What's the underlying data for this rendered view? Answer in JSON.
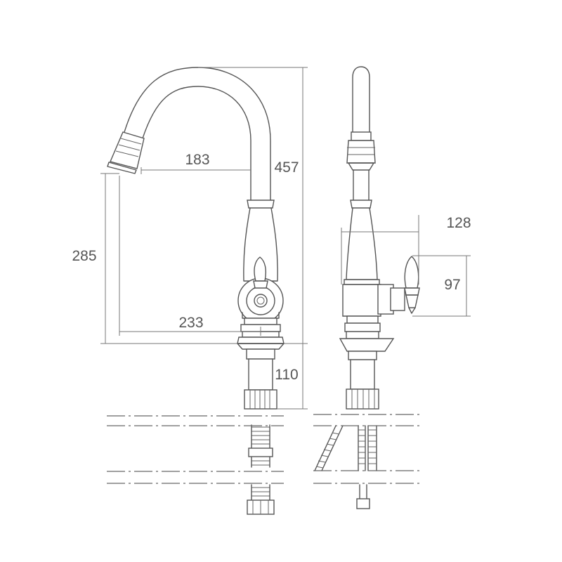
{
  "dimensions": {
    "spout_reach": "183",
    "total_height": "457",
    "spout_clearance": "285",
    "body_to_spout": "233",
    "below_deck": "110",
    "side_depth": "128",
    "handle_height": "97"
  }
}
